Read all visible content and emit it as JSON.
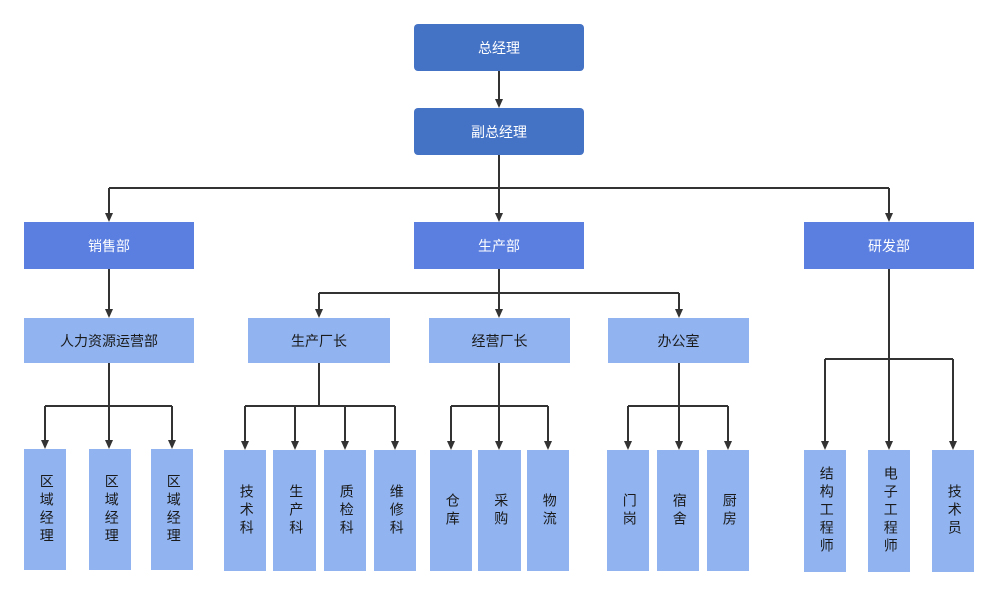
{
  "org": {
    "ceo": "总经理",
    "vice": "副总经理",
    "sales": {
      "label": "销售部",
      "sub": "人力资源运营部",
      "leaves": [
        "区域经理",
        "区域经理",
        "区域经理"
      ]
    },
    "production": {
      "label": "生产部",
      "factory": {
        "label": "生产厂长",
        "leaves": [
          "技术科",
          "生产科",
          "质检科",
          "维修科"
        ]
      },
      "operations": {
        "label": "经营厂长",
        "leaves": [
          "仓库",
          "采购",
          "物流"
        ]
      },
      "office": {
        "label": "办公室",
        "leaves": [
          "门岗",
          "宿舍",
          "厨房"
        ]
      }
    },
    "rnd": {
      "label": "研发部",
      "leaves": [
        "结构工程师",
        "电子工程师",
        "技术员"
      ]
    }
  },
  "colors": {
    "top": "#4472c4",
    "department": "#5b7fe0",
    "unit": "#91b4f0",
    "connector": "#333333"
  }
}
